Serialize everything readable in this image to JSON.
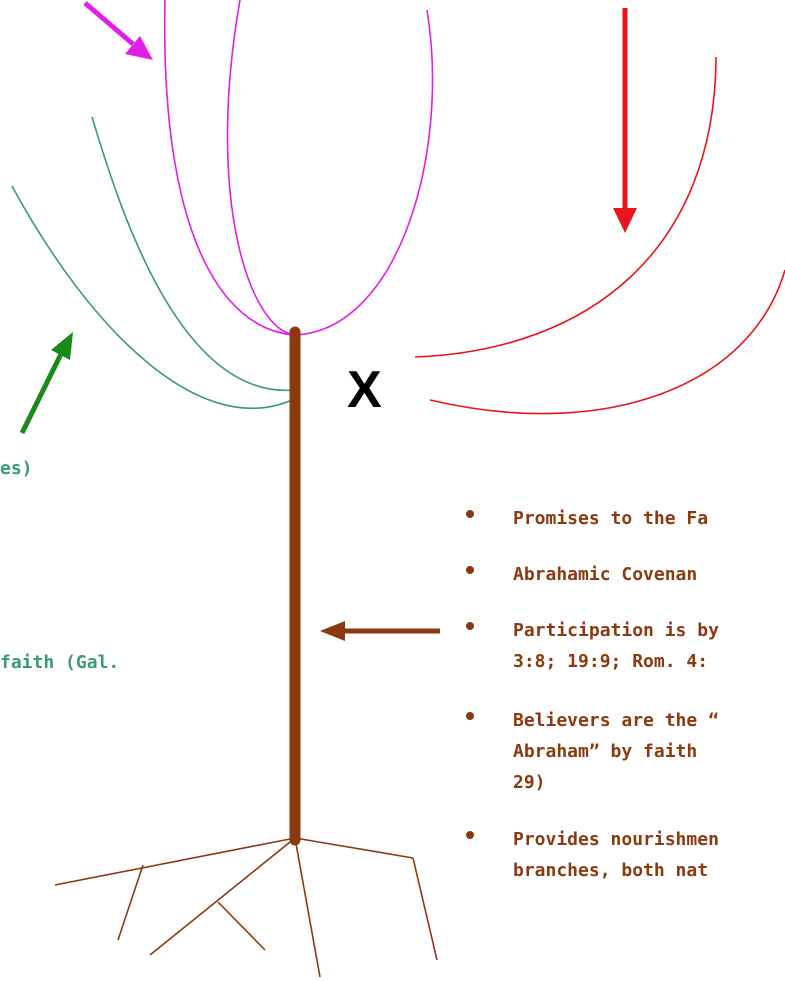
{
  "colors": {
    "natural_branches": "#e21ee6",
    "wild_branches": "#3a9a72",
    "broken_branches": "#e8161c",
    "trunk": "#8b3a10",
    "green_arrow": "#1a8a1a",
    "text_green": "#3a9a72",
    "text_brown": "#8b3a10"
  },
  "labels": {
    "x_mark": "X",
    "green_fragment_1": "es)",
    "green_fragment_2": "faith (Gal."
  },
  "bullets": [
    {
      "lines": [
        "Promises to the Fa"
      ]
    },
    {
      "lines": [
        "Abrahamic Covenan"
      ]
    },
    {
      "lines": [
        "Participation is by",
        "3:8; 19:9; Rom. 4:"
      ]
    },
    {
      "lines": [
        "Believers are the “",
        "Abraham” by faith",
        "29)"
      ]
    },
    {
      "lines": [
        "Provides nourishmen",
        "branches, both nat"
      ]
    }
  ]
}
